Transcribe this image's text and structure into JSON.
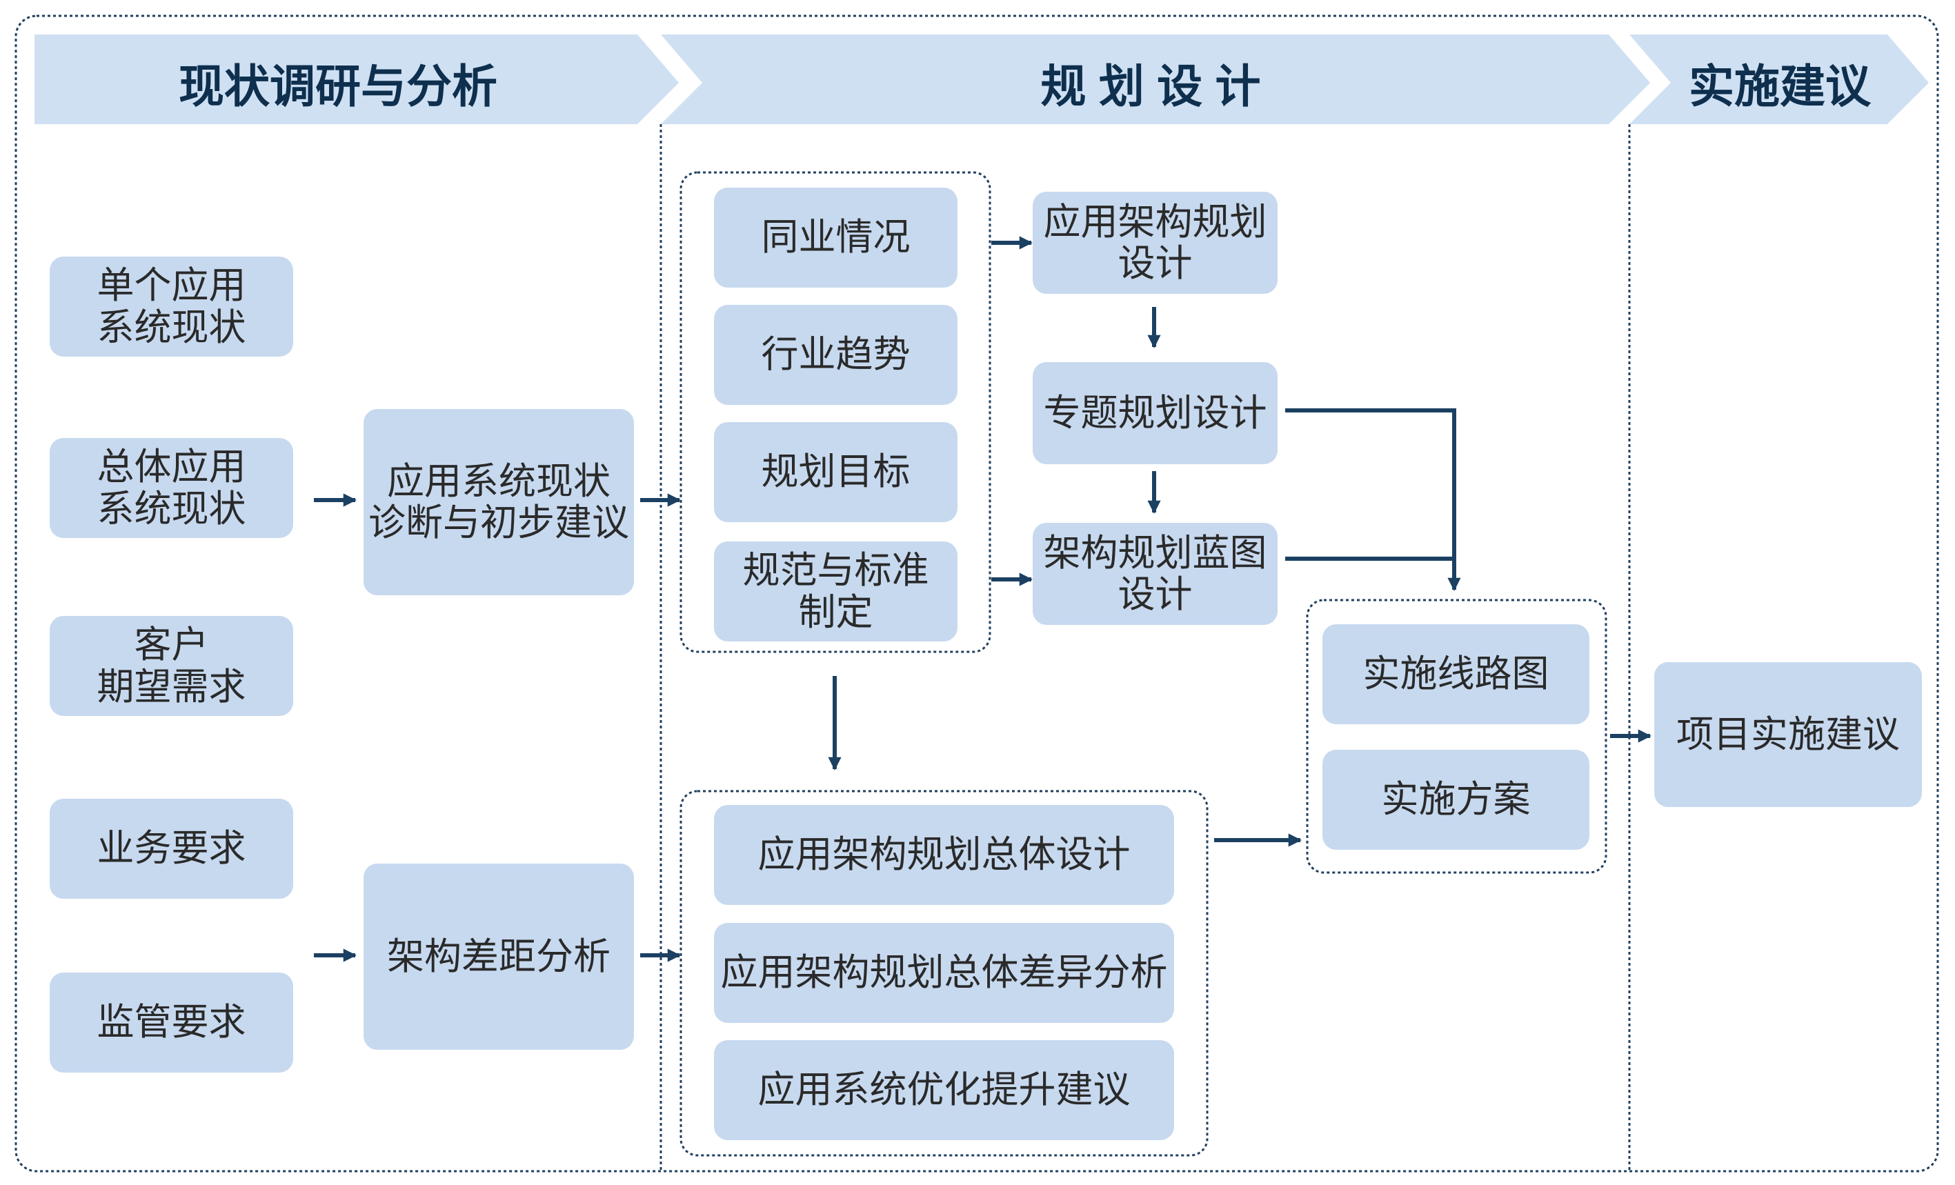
{
  "phases": {
    "research": "现状调研与分析",
    "design": "规 划 设 计",
    "implement": "实施建议"
  },
  "inputs": {
    "single_app": "单个应用\n系统现状",
    "overall_app": "总体应用\n系统现状",
    "customer": "客户\n期望需求",
    "business": "业务要求",
    "regulatory": "监管要求"
  },
  "analysis": {
    "diagnosis": "应用系统现状\n诊断与初步建议",
    "gap": "架构差距分析"
  },
  "references": {
    "peers": "同业情况",
    "trends": "行业趋势",
    "goals": "规划目标",
    "standards": "规范与标准\n制定"
  },
  "design_steps": {
    "architecture": "应用架构规划\n设计",
    "topics": "专题规划设计",
    "blueprint": "架构规划蓝图\n设计"
  },
  "overall_outputs": {
    "overall_design": "应用架构规划总体设计",
    "overall_gap": "应用架构规划总体差异分析",
    "optimization": "应用系统优化提升建议"
  },
  "implementation": {
    "roadmap": "实施线路图",
    "plan": "实施方案"
  },
  "result": {
    "project": "项目实施建议"
  },
  "colors": {
    "box_fill": "#c7d9ef",
    "header_fill": "#cfe0f3",
    "header_text": "#0e2f4d",
    "arrow": "#1b4062",
    "border": "#1f3f5f"
  }
}
